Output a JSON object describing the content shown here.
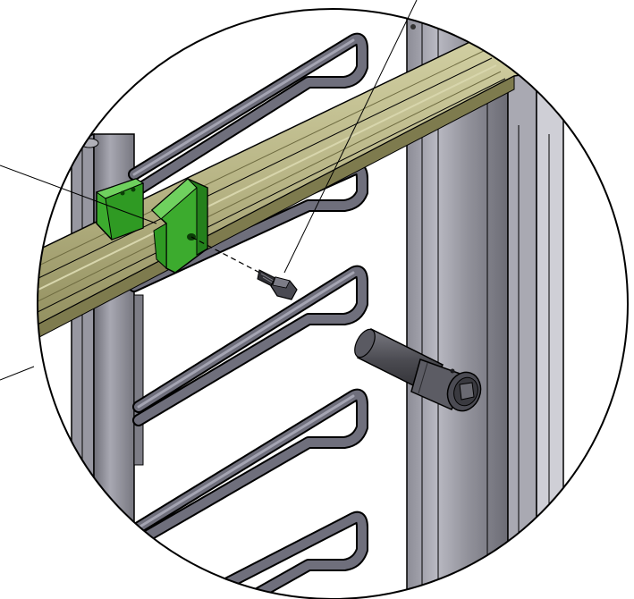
{
  "figure": {
    "kind": "exploded assembly detail view",
    "colors": {
      "background": "#ffffff",
      "outline": "#000000",
      "frame_metal": "#8a8a94",
      "frame_dark": "#5b5b63",
      "wire_rack": "#6f6f7c",
      "wire_highlight": "#9c9cab",
      "rail_olive": "#b7b485",
      "rail_olive_dark": "#8f8c5c",
      "bracket_green": "#3cab2e",
      "bracket_green_dark": "#24801c",
      "fastener": "#2e2e34",
      "socket_tool": "#56565c"
    },
    "parts": [
      "detail-circle",
      "upright-post",
      "wire-rack-arms",
      "olive-rail",
      "green-bracket",
      "hex-screw",
      "socket-tool",
      "leader-lines"
    ]
  }
}
